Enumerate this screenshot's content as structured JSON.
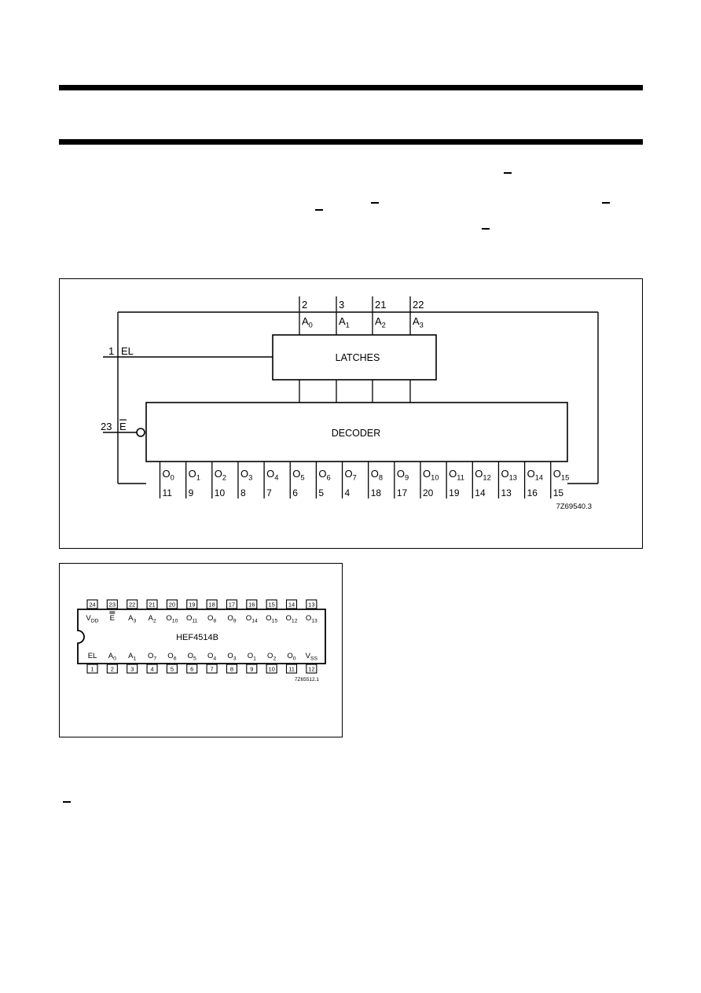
{
  "block_diagram": {
    "figure_code": "7Z69540.3",
    "latches_label": "LATCHES",
    "decoder_label": "DECODER",
    "el_pin": {
      "num": "1",
      "name": "EL"
    },
    "e_pin": {
      "num": "23",
      "name": "E"
    },
    "address_inputs": [
      {
        "num": "2",
        "name": "A",
        "sub": "0"
      },
      {
        "num": "3",
        "name": "A",
        "sub": "1"
      },
      {
        "num": "21",
        "name": "A",
        "sub": "2"
      },
      {
        "num": "22",
        "name": "A",
        "sub": "3"
      }
    ],
    "outputs": [
      {
        "name": "O",
        "sub": "0",
        "pin": "11"
      },
      {
        "name": "O",
        "sub": "1",
        "pin": "9"
      },
      {
        "name": "O",
        "sub": "2",
        "pin": "10"
      },
      {
        "name": "O",
        "sub": "3",
        "pin": "8"
      },
      {
        "name": "O",
        "sub": "4",
        "pin": "7"
      },
      {
        "name": "O",
        "sub": "5",
        "pin": "6"
      },
      {
        "name": "O",
        "sub": "6",
        "pin": "5"
      },
      {
        "name": "O",
        "sub": "7",
        "pin": "4"
      },
      {
        "name": "O",
        "sub": "8",
        "pin": "18"
      },
      {
        "name": "O",
        "sub": "9",
        "pin": "17"
      },
      {
        "name": "O",
        "sub": "10",
        "pin": "20"
      },
      {
        "name": "O",
        "sub": "11",
        "pin": "19"
      },
      {
        "name": "O",
        "sub": "12",
        "pin": "14"
      },
      {
        "name": "O",
        "sub": "13",
        "pin": "13"
      },
      {
        "name": "O",
        "sub": "14",
        "pin": "16"
      },
      {
        "name": "O",
        "sub": "15",
        "pin": "15"
      }
    ]
  },
  "pinning": {
    "part_number": "HEF4514B",
    "figure_code": "7Z65512.1",
    "top_pins": [
      {
        "num": "24",
        "name": "V",
        "sub": "DD"
      },
      {
        "num": "23",
        "name": "E",
        "sub": "",
        "overbar": true
      },
      {
        "num": "22",
        "name": "A",
        "sub": "3"
      },
      {
        "num": "21",
        "name": "A",
        "sub": "2"
      },
      {
        "num": "20",
        "name": "O",
        "sub": "10"
      },
      {
        "num": "19",
        "name": "O",
        "sub": "11"
      },
      {
        "num": "18",
        "name": "O",
        "sub": "8"
      },
      {
        "num": "17",
        "name": "O",
        "sub": "9"
      },
      {
        "num": "16",
        "name": "O",
        "sub": "14"
      },
      {
        "num": "15",
        "name": "O",
        "sub": "15"
      },
      {
        "num": "14",
        "name": "O",
        "sub": "12"
      },
      {
        "num": "13",
        "name": "O",
        "sub": "13"
      }
    ],
    "bottom_pins": [
      {
        "num": "1",
        "name": "EL",
        "sub": ""
      },
      {
        "num": "2",
        "name": "A",
        "sub": "0"
      },
      {
        "num": "3",
        "name": "A",
        "sub": "1"
      },
      {
        "num": "4",
        "name": "O",
        "sub": "7"
      },
      {
        "num": "5",
        "name": "O",
        "sub": "6"
      },
      {
        "num": "6",
        "name": "O",
        "sub": "5"
      },
      {
        "num": "7",
        "name": "O",
        "sub": "4"
      },
      {
        "num": "8",
        "name": "O",
        "sub": "3"
      },
      {
        "num": "9",
        "name": "O",
        "sub": "1"
      },
      {
        "num": "10",
        "name": "O",
        "sub": "2"
      },
      {
        "num": "11",
        "name": "O",
        "sub": "0"
      },
      {
        "num": "12",
        "name": "V",
        "sub": "SS"
      }
    ]
  }
}
